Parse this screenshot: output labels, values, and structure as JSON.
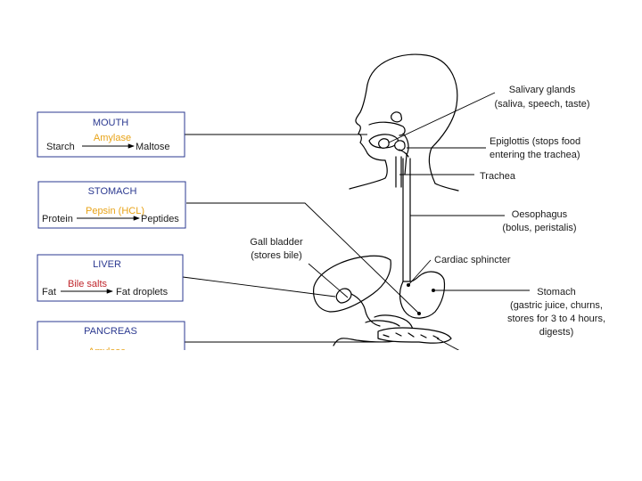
{
  "boxes": {
    "mouth": {
      "title": "MOUTH",
      "enzyme": "Amylase",
      "from": "Starch",
      "to": "Maltose"
    },
    "stomach": {
      "title": "STOMACH",
      "enzyme": "Pepsin (HCL)",
      "from": "Protein",
      "to": "Peptides"
    },
    "liver": {
      "title": "LIVER",
      "enzyme": "Bile salts",
      "from": "Fat",
      "to": "Fat droplets"
    },
    "pancreas": {
      "title": "PANCREAS",
      "enzyme": "Amylase"
    }
  },
  "labels": {
    "salivary_1": "Salivary glands",
    "salivary_2": "(saliva, speech, taste)",
    "epiglottis_1": "Epiglottis (stops food",
    "epiglottis_2": "entering the trachea)",
    "trachea": "Trachea",
    "oesophagus_1": "Oesophagus",
    "oesophagus_2": "(bolus, peristalis)",
    "gall_1": "Gall bladder",
    "gall_2": "(stores bile)",
    "cardiac": "Cardiac sphincter",
    "stomach_1": "Stomach",
    "stomach_2": "(gastric juice, churns,",
    "stomach_3": "stores for 3 to 4 hours,",
    "stomach_4": "digests)"
  },
  "colors": {
    "box_border": "#2b3990",
    "box_title": "#2b3990",
    "enzyme_gold": "#e8a317",
    "enzyme_red": "#c0272d"
  }
}
